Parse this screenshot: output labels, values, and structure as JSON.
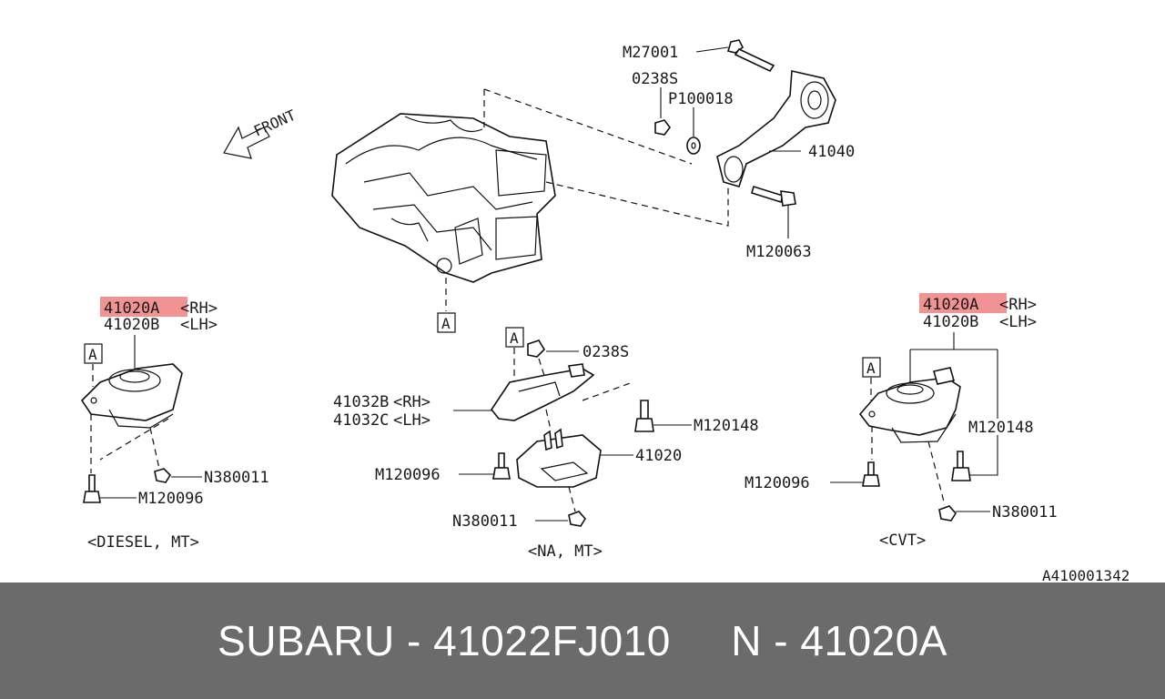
{
  "diagram": {
    "front_label": "FRONT",
    "ref_marker": "A",
    "top_parts": {
      "bolt_top": "M27001",
      "nut": "0238S",
      "washer": "P100018",
      "rod": "41040",
      "bolt_bottom": "M120063"
    },
    "left_group": {
      "mount_rh": "41020A",
      "mount_rh_side": "<RH>",
      "mount_lh": "41020B",
      "mount_lh_side": "<LH>",
      "nut": "N380011",
      "bolt": "M120096",
      "variant": "<DIESEL, MT>"
    },
    "center_group": {
      "nut": "0238S",
      "bracket_rh": "41032B",
      "bracket_rh_side": "<RH>",
      "bracket_lh": "41032C",
      "bracket_lh_side": "<LH>",
      "bolt_right": "M120148",
      "mount": "41020",
      "bolt_left": "M120096",
      "nut_bottom": "N380011",
      "variant": "<NA, MT>"
    },
    "right_group": {
      "mount_rh": "41020A",
      "mount_rh_side": "<RH>",
      "mount_lh": "41020B",
      "mount_lh_side": "<LH>",
      "bolt_right": "M120148",
      "bolt_left": "M120096",
      "nut": "N380011",
      "variant": "<CVT>"
    },
    "diagram_code": "A410001342"
  },
  "footer": {
    "text": "SUBARU - 41022FJ010     N - 41020A"
  },
  "colors": {
    "highlight": "#f08080",
    "footer_bg": "#6b6b6b",
    "footer_text": "#ffffff"
  }
}
